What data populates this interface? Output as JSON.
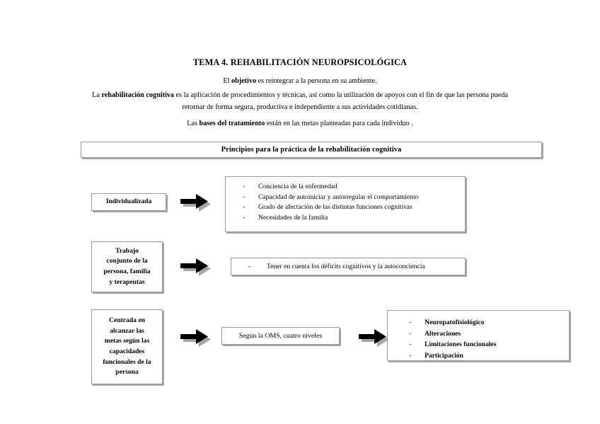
{
  "document": {
    "title": "TEMA 4. REHABILITACIÓN NEUROPSICOLÓGICA",
    "intro": {
      "objetivo_prefix": "El ",
      "objetivo_bold": "objetivo",
      "objetivo_suffix": " es reintegrar a la persona en su ambiente.",
      "rehabilitacion_prefix": "La ",
      "rehabilitacion_bold": "rehabilitación cognitiva",
      "rehabilitacion_line1": " es la aplicación de procedimientos y técnicas, así como la utilización de apoyos con el fin de que las persona pueda",
      "rehabilitacion_line2": "retornar de forma segura, productiva e independiente a sus actividades cotidianas.",
      "bases_prefix": "Las ",
      "bases_bold": "bases del tratamiento",
      "bases_suffix": " están en las metas planteadas para cada individuo ."
    },
    "banner": {
      "text": "Principios para la práctica de la rehabilitación cognitiva"
    },
    "rows": [
      {
        "label": "Individualizada",
        "arrow": "right-block-arrow-icon",
        "items": [
          "Conciencia de la enfermedad",
          "Capacidad de autoiniciar y autorregular el comportamiento",
          "Grado de afectación de las distintas funciones cognitivas",
          "Necesidades de la familia"
        ],
        "dash": "-"
      },
      {
        "label": "Trabajo conjunto de la persona, familia y terapeutas",
        "label_lines": [
          "Trabajo",
          "conjunto de la",
          "persona, familia",
          "y terapeutas"
        ],
        "arrow": "right-block-arrow-icon",
        "items": [
          "Tener en cuenta los déficits cognitivos y la autoconciencia"
        ],
        "dash": "-"
      },
      {
        "label": "Centrada en alcanzar las metas según las capacidades funcionales de la persona",
        "label_lines": [
          "Centrada en",
          "alcanzar las",
          "metas según las",
          "capacidades",
          "funcionales de la",
          "persona"
        ],
        "arrow": "right-block-arrow-icon",
        "middle_box": "Según la OMS, cuatro niveles",
        "arrow2": "right-block-arrow-icon",
        "items": [
          "Neuropatofisiológico",
          "Alteraciones",
          "Limitaciones funcionales",
          "Participación"
        ],
        "dash": "-"
      }
    ],
    "colors": {
      "text": "#000000",
      "border": "#9a9a9a",
      "shadow": "#a6a6a6",
      "arrow": "#000000",
      "background": "#ffffff"
    }
  }
}
